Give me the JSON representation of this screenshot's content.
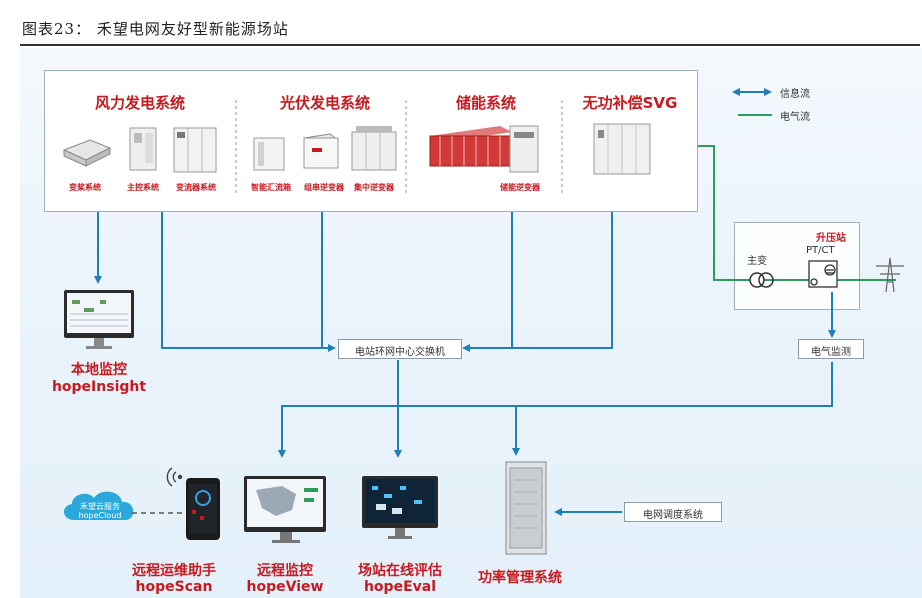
{
  "figure": {
    "title": "图表23：   禾望电网友好型新能源场站"
  },
  "legend": {
    "info_flow": "信息流",
    "power_flow": "电气流"
  },
  "systems": [
    {
      "title": "风力发电系统",
      "devices": [
        "变桨系统",
        "主控系统",
        "变流器系统"
      ]
    },
    {
      "title": "光伏发电系统",
      "devices": [
        "智能汇流箱",
        "组串逆变器",
        "集中逆变器"
      ]
    },
    {
      "title": "储能系统",
      "devices": [
        "储能逆变器"
      ]
    },
    {
      "title": "无功补偿SVG",
      "devices": []
    }
  ],
  "substation": {
    "title": "升压站",
    "main_transformer": "主变",
    "ptct": "PT/CT"
  },
  "boxes": {
    "switch": "电站环网中心交换机",
    "electric_monitor": "电气监测",
    "grid_dispatch": "电网调度系统"
  },
  "nodes": {
    "local_monitor": {
      "line1": "本地监控",
      "line2": "hopeInsight"
    },
    "cloud": {
      "line1": "禾望云服务",
      "line2": "hopeCloud"
    },
    "scan": {
      "line1": "远程运维助手",
      "line2": "hopeScan"
    },
    "view": {
      "line1": "远程监控",
      "line2": "hopeView"
    },
    "eval": {
      "line1": "场站在线评估",
      "line2": "hopeEval"
    },
    "power_mgmt": {
      "line1": "功率管理系统"
    }
  },
  "colors": {
    "brand_red": "#c8191f",
    "info_flow": "#1f7fb8",
    "power_flow": "#2e9d5a"
  }
}
